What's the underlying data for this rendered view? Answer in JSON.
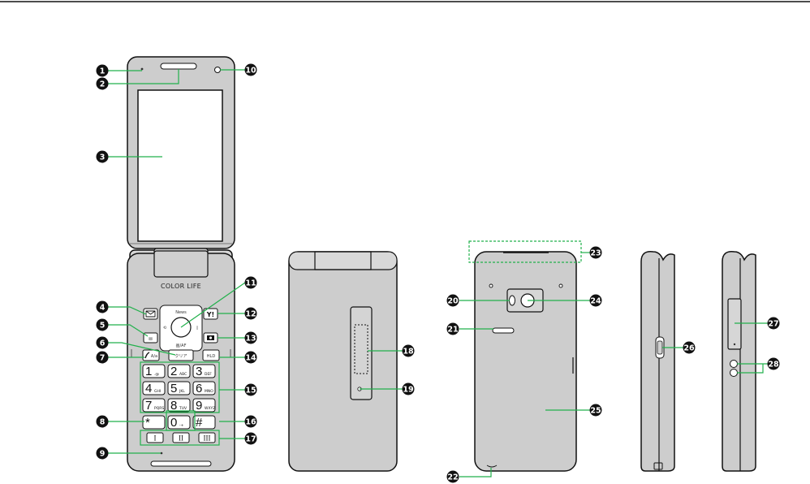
{
  "brand": "COLOR LIFE",
  "dpad": {
    "top": "News",
    "bottom": "画/AF"
  },
  "keypad": [
    {
      "digit": "1",
      "sub": ".@"
    },
    {
      "digit": "2",
      "sub": "ABC"
    },
    {
      "digit": "3",
      "sub": "DEF"
    },
    {
      "digit": "4",
      "sub": "GHI"
    },
    {
      "digit": "5",
      "sub": "JKL"
    },
    {
      "digit": "6",
      "sub": "MNO"
    },
    {
      "digit": "7",
      "sub": "PQRS"
    },
    {
      "digit": "8",
      "sub": "TUV"
    },
    {
      "digit": "9",
      "sub": "WXYZ"
    },
    {
      "digit": "*",
      "sub": ""
    },
    {
      "digit": "0",
      "sub": "-+"
    },
    {
      "digit": "#",
      "sub": ""
    }
  ],
  "side_keys": {
    "call": "A/a",
    "clear": "クリア",
    "hold": "HLD"
  },
  "function_keys": [
    "I",
    "II",
    "III"
  ],
  "callouts": [
    "1",
    "2",
    "3",
    "4",
    "5",
    "6",
    "7",
    "8",
    "9",
    "10",
    "11",
    "12",
    "13",
    "14",
    "15",
    "16",
    "17",
    "18",
    "19",
    "20",
    "21",
    "22",
    "23",
    "24",
    "25",
    "26",
    "27",
    "28"
  ],
  "colors": {
    "callout": "#111111",
    "leader": "#22b14c",
    "body": "#c9c9c9",
    "outline": "#111111"
  }
}
